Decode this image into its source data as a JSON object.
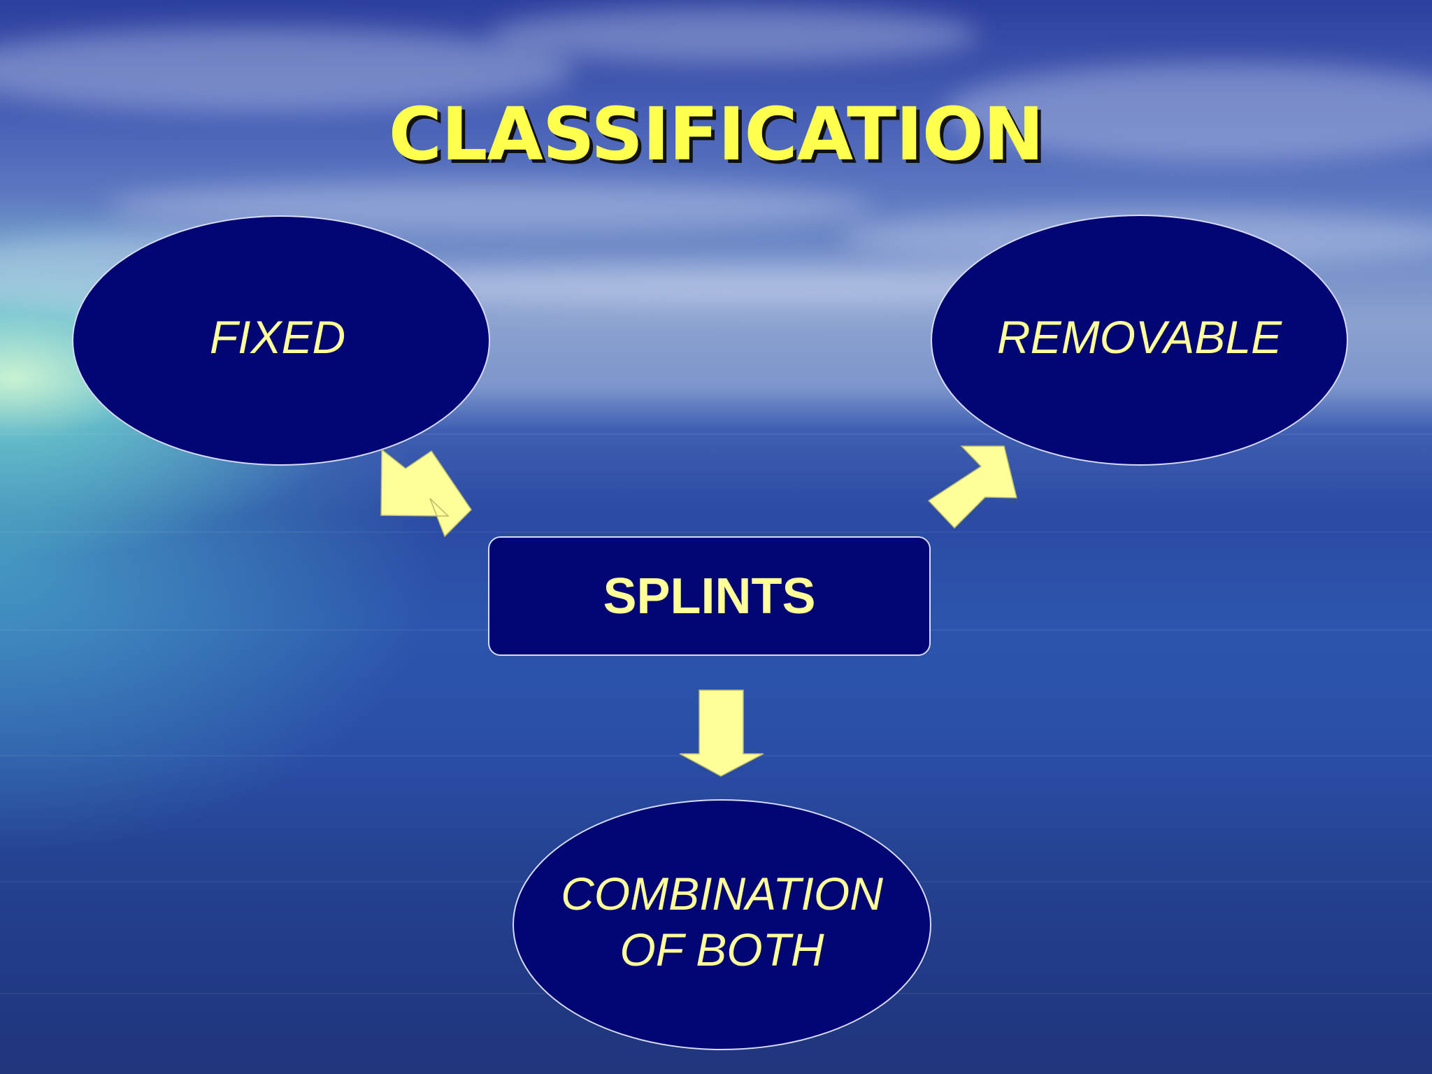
{
  "slide": {
    "title": "CLASSIFICATION",
    "center_label": "SPLINTS",
    "nodes": {
      "fixed": "FIXED",
      "removable": "REMOVABLE",
      "combination_line1": "COMBINATION",
      "combination_line2": "OF BOTH"
    }
  },
  "colors": {
    "node_fill": "#020574",
    "node_text": "#ffff99",
    "title_text": "#ffff4d",
    "arrow_fill": "#ffff99"
  }
}
